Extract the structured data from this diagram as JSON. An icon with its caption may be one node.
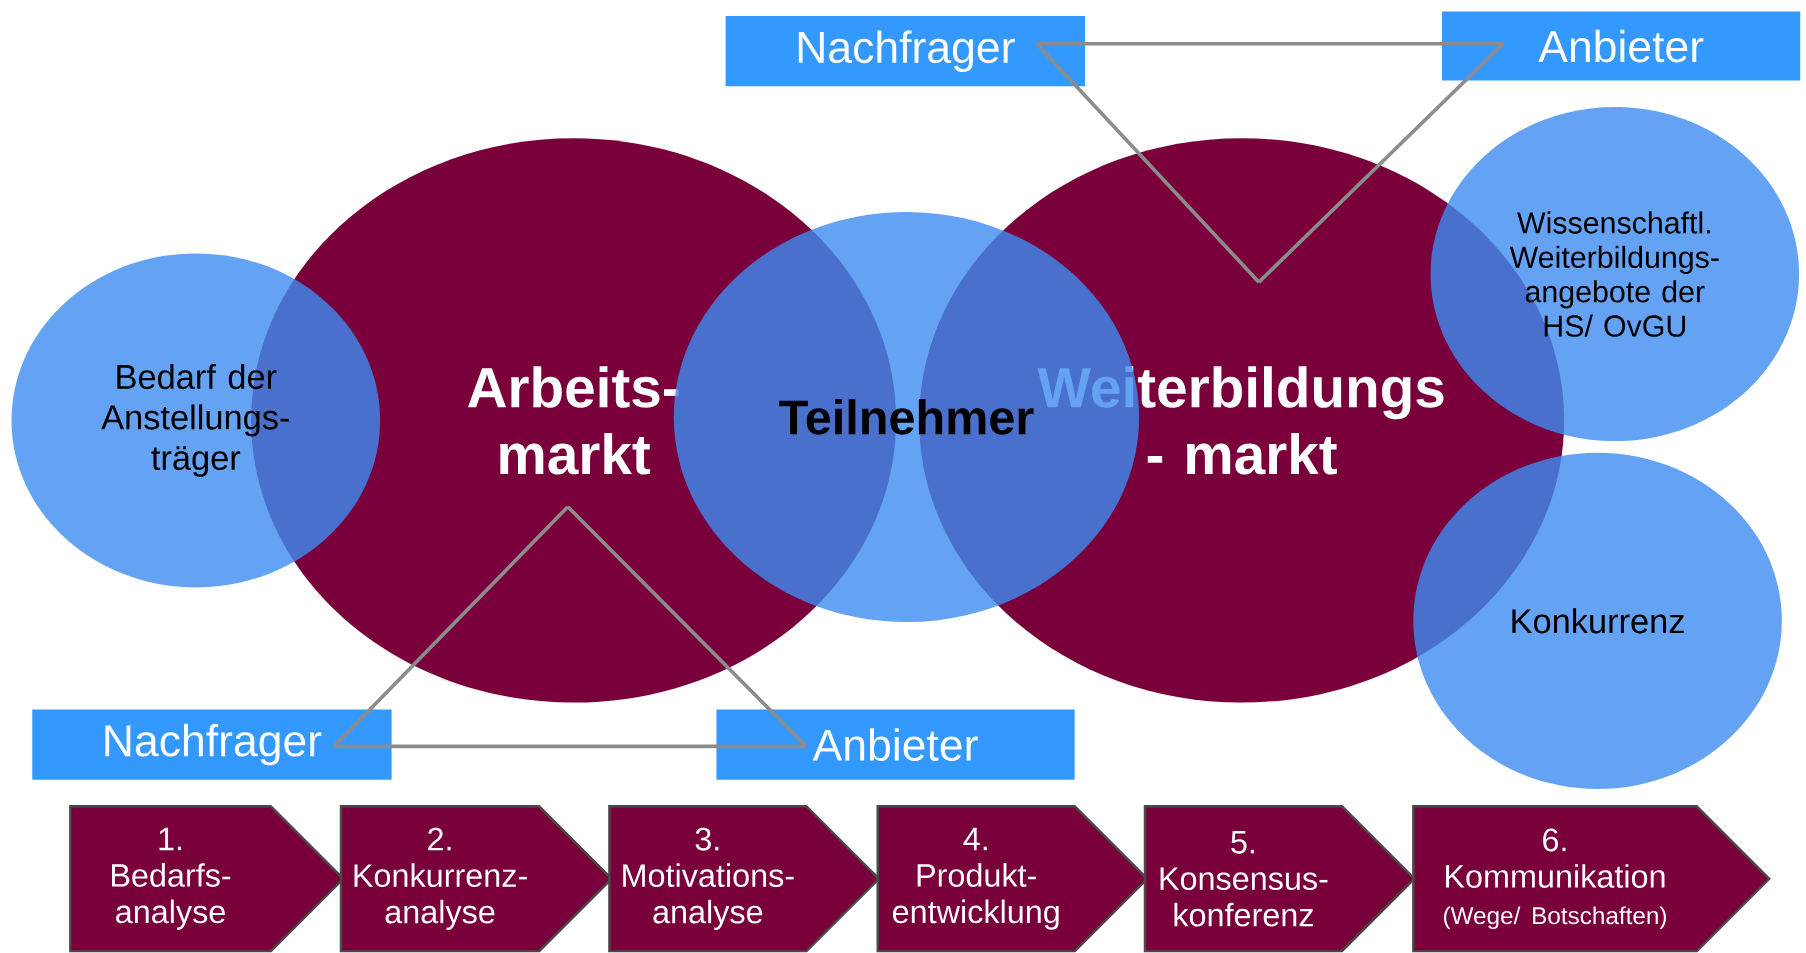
{
  "diagram": {
    "nodes": [
      {
        "text": [
          "Nachfrager"
        ]
      },
      {
        "text": [
          "Anbieter"
        ]
      },
      {
        "text": [
          "Bedarf der Anstellungs- träger"
        ]
      },
      {
        "text": [
          "Arbeits- markt"
        ]
      },
      {
        "text": [
          "Teilnehmer"
        ]
      },
      {
        "text": [
          "Weiterbildungs - markt"
        ]
      },
      {
        "text": [
          "Wissenschaftl. Weiterbildungs- angebote der HS/ OvGU"
        ]
      },
      {
        "text": [
          "Konkurrenz"
        ]
      },
      {
        "text": [
          "Nachfrager"
        ]
      },
      {
        "text": [
          "Anbieter"
        ]
      },
      {
        "text": [
          "1.",
          "Bedarfs- analyse"
        ]
      },
      {
        "text": [
          "2.",
          "Konkurrenz- analyse"
        ]
      },
      {
        "text": [
          "3.",
          "Motivations- analyse"
        ]
      },
      {
        "text": [
          "4.",
          "Produkt- entwicklung"
        ]
      },
      {
        "text": [
          "5.",
          "Konsensus- konferenz"
        ]
      },
      {
        "text": [
          "6.",
          "Kommunikation",
          "(Wege/ Botschaften)"
        ]
      }
    ],
    "edges": [
      {
        "from": 0,
        "to": 1,
        "arrow": "none"
      },
      {
        "from": 0,
        "to": 5,
        "arrow": "none"
      },
      {
        "from": 1,
        "to": 5,
        "arrow": "none"
      },
      {
        "from": 8,
        "to": 9,
        "arrow": "none"
      },
      {
        "from": 8,
        "to": 3,
        "arrow": "none"
      },
      {
        "from": 3,
        "to": 9,
        "arrow": "none"
      }
    ]
  }
}
